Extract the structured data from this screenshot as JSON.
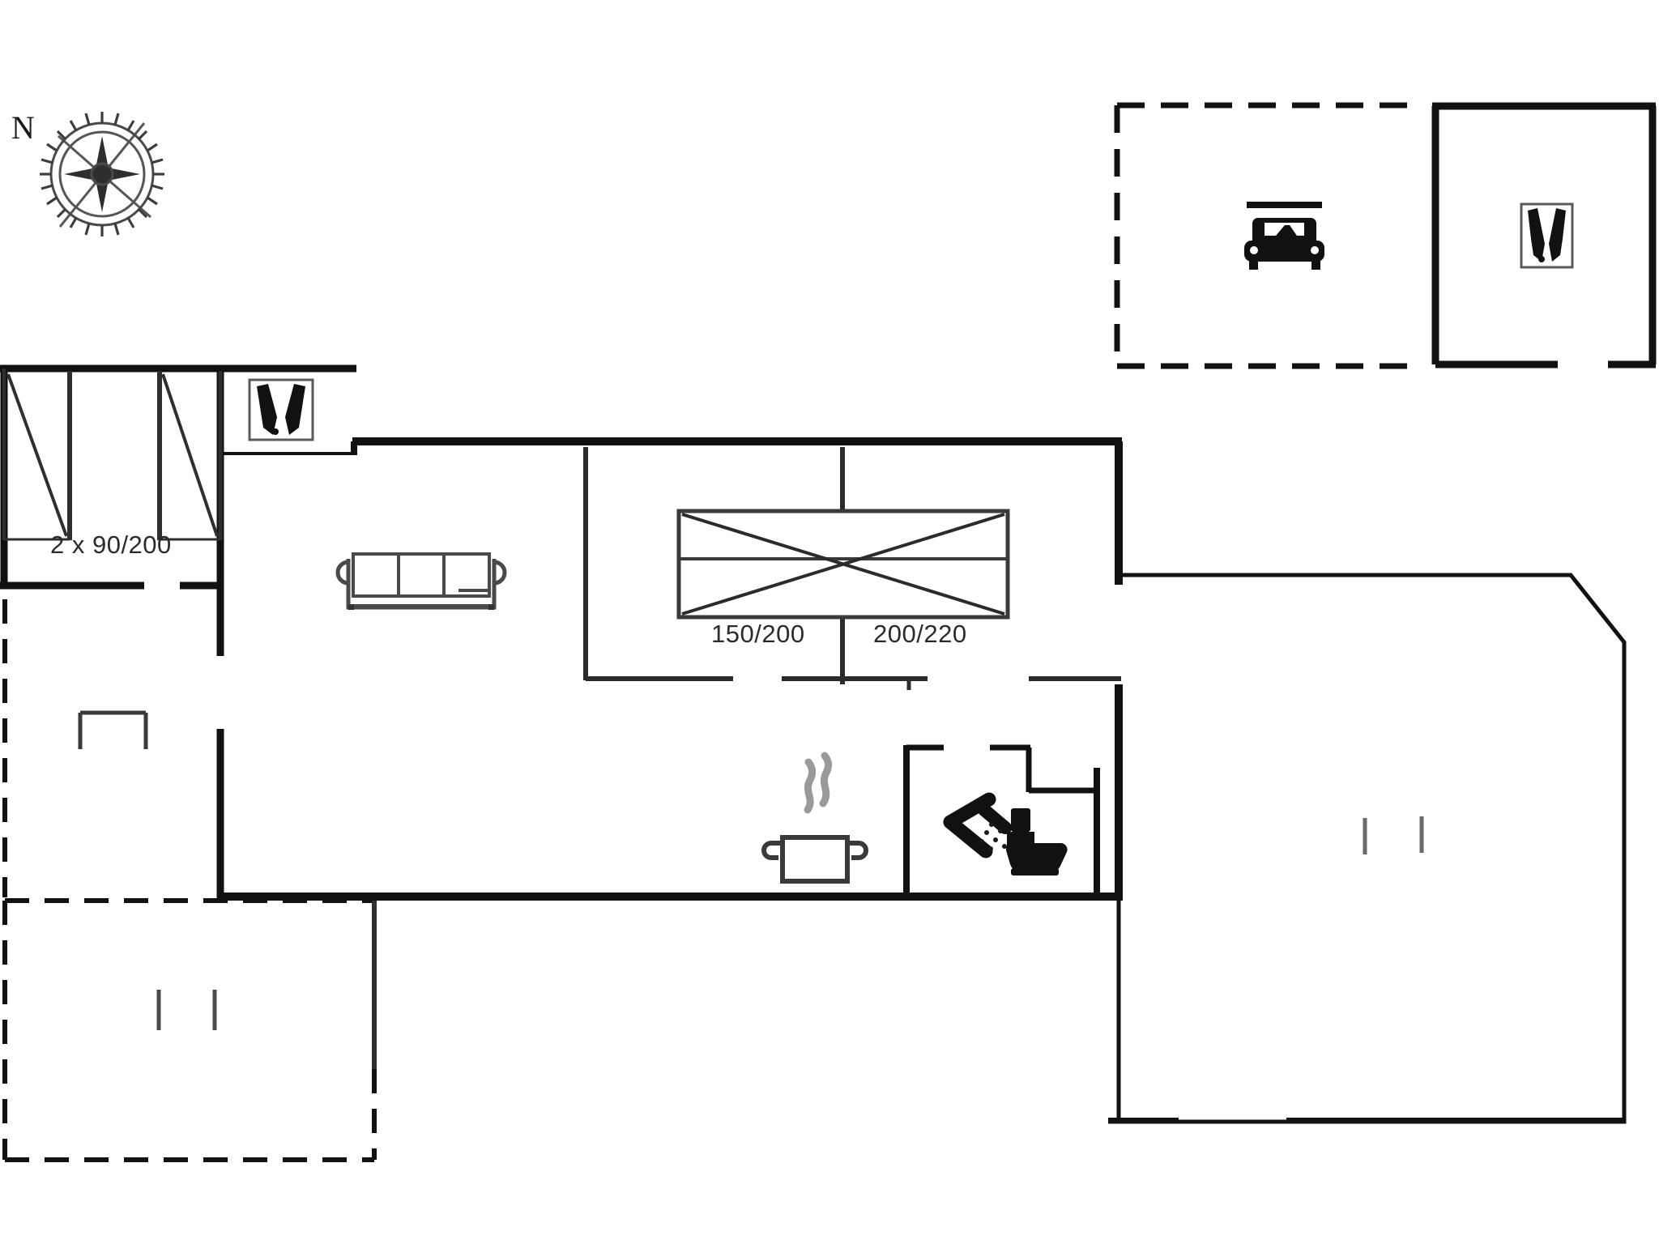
{
  "plan": {
    "title": "Floor plan",
    "type": "architectural-floor-plan",
    "stroke_color": "#111111",
    "thin_stroke_color": "#333333",
    "background_color": "#ffffff",
    "icon_color": "#111111"
  },
  "compass": {
    "north_label": "N",
    "name": "compass-rose"
  },
  "labels": {
    "bunk_beds": "2 x 90/200",
    "bed_left": "150/200",
    "bed_right": "200/220"
  },
  "rooms": [
    {
      "name": "bedroom-left",
      "label": "",
      "furniture": [
        "bed-90x200",
        "bed-90x200"
      ],
      "dimension_text": "2 x 90/200"
    },
    {
      "name": "living-room",
      "label": "",
      "furniture": [
        "sofa"
      ]
    },
    {
      "name": "bedroom-center",
      "label": "",
      "furniture": [
        "double-bed"
      ],
      "dimension_text": "150/200"
    },
    {
      "name": "bedroom-right",
      "label": "",
      "furniture": [
        "double-bed"
      ],
      "dimension_text": "200/220"
    },
    {
      "name": "kitchen",
      "label": "",
      "furniture": [
        "cooking-pot"
      ]
    },
    {
      "name": "bathroom",
      "label": "",
      "furniture": [
        "shower-head",
        "toilet"
      ]
    },
    {
      "name": "terrace-right",
      "label": "",
      "furniture": []
    },
    {
      "name": "terrace-bottom-left",
      "label": "",
      "furniture": []
    },
    {
      "name": "carport",
      "label": "",
      "furniture": [
        "car"
      ]
    },
    {
      "name": "shed",
      "label": "",
      "furniture": [
        "washbasin"
      ]
    }
  ],
  "icons": [
    {
      "name": "compass-rose-icon",
      "depicts": "compass rose with north arrow"
    },
    {
      "name": "washbasin-icon-hall",
      "depicts": "washbasin / sink"
    },
    {
      "name": "washbasin-icon-shed",
      "depicts": "washbasin / sink"
    },
    {
      "name": "sofa-icon",
      "depicts": "three seat sofa"
    },
    {
      "name": "cooking-pot-icon",
      "depicts": "steaming cooking pot (kitchen)"
    },
    {
      "name": "shower-icon",
      "depicts": "shower head with spray"
    },
    {
      "name": "toilet-icon",
      "depicts": "toilet"
    },
    {
      "name": "car-icon",
      "depicts": "car front view (carport)"
    },
    {
      "name": "bed-icon-single-1",
      "depicts": "single bed 90/200"
    },
    {
      "name": "bed-icon-single-2",
      "depicts": "single bed 90/200"
    },
    {
      "name": "bed-icon-double",
      "depicts": "double bed"
    }
  ]
}
